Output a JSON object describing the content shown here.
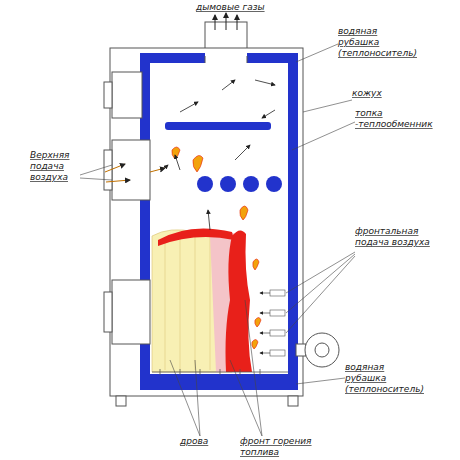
{
  "diagram": {
    "labels": [
      "дымовые газы",
      "водяная рубашка (теплоноситель)",
      "кожух",
      "топка -теплообменник",
      "Верхняя подача воздуха",
      "фронтальная подача воздуха",
      "водяная рубашка (теплоноситель)",
      "дрова",
      "фронт горения топлива"
    ]
  }
}
